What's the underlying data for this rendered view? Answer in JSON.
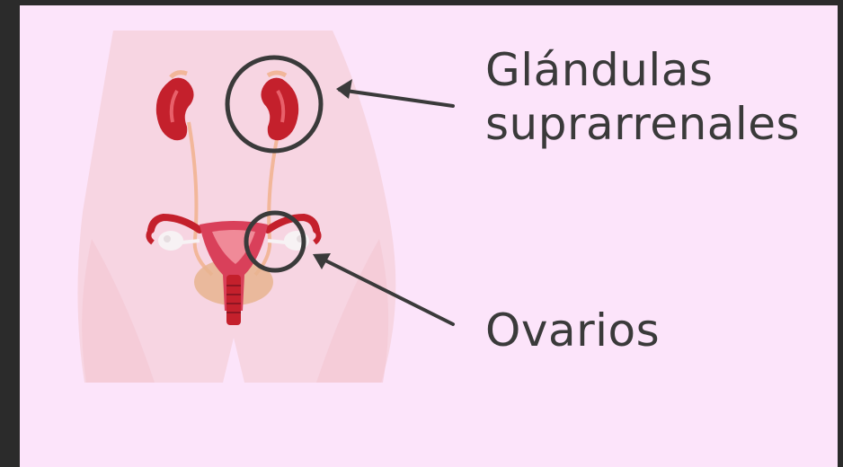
{
  "labels": {
    "adrenal_line1": "Glándulas",
    "adrenal_line2": "suprarrenales",
    "ovaries": "Ovarios"
  },
  "colors": {
    "background": "#fce4fa",
    "frame": "#2b2b2b",
    "body_silhouette": "#f6d3df",
    "kidney": "#c4202c",
    "uterus": "#d9405a",
    "annotation": "#3a3a3a"
  }
}
